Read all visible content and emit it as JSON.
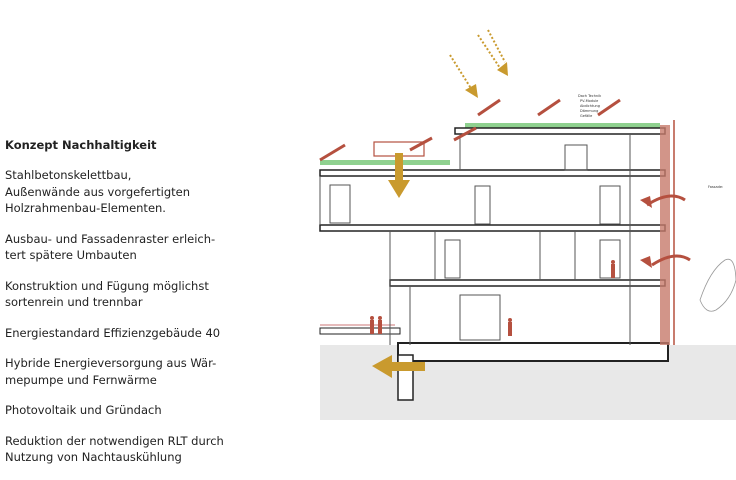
{
  "heading": "Konzept Nachhaltigkeit",
  "paragraphs": [
    [
      "Stahlbetonskelettbau,",
      "Außenwände aus vorgefertigten",
      "Holzrahmenbau-Elementen."
    ],
    [
      "Ausbau- und Fassadenraster erleich-",
      "tert spätere Umbauten"
    ],
    [
      "Konstruktion und Fügung möglichst",
      "sortenrein und trennbar"
    ],
    [
      "Energiestandard Effizienzgebäude 40"
    ],
    [
      "Hybride Energieversorgung aus Wär-",
      "mepumpe und Fernwärme"
    ],
    [
      "Photovoltaik und Gründach"
    ],
    [
      "Reduktion der notwendigen RLT durch",
      "Nutzung von Nachtauskühlung"
    ]
  ],
  "drawing_labels": {
    "roof_label": "Dach Technik",
    "roof_items": [
      "PV-Module",
      "Abdichtung",
      "Dämmung",
      "Gefälle"
    ],
    "facade_label": "Fassade:"
  },
  "colors": {
    "gold": "#c99a2e",
    "rust": "#b5503f",
    "green": "#8fd18f",
    "ground": "#e8e8e8"
  }
}
